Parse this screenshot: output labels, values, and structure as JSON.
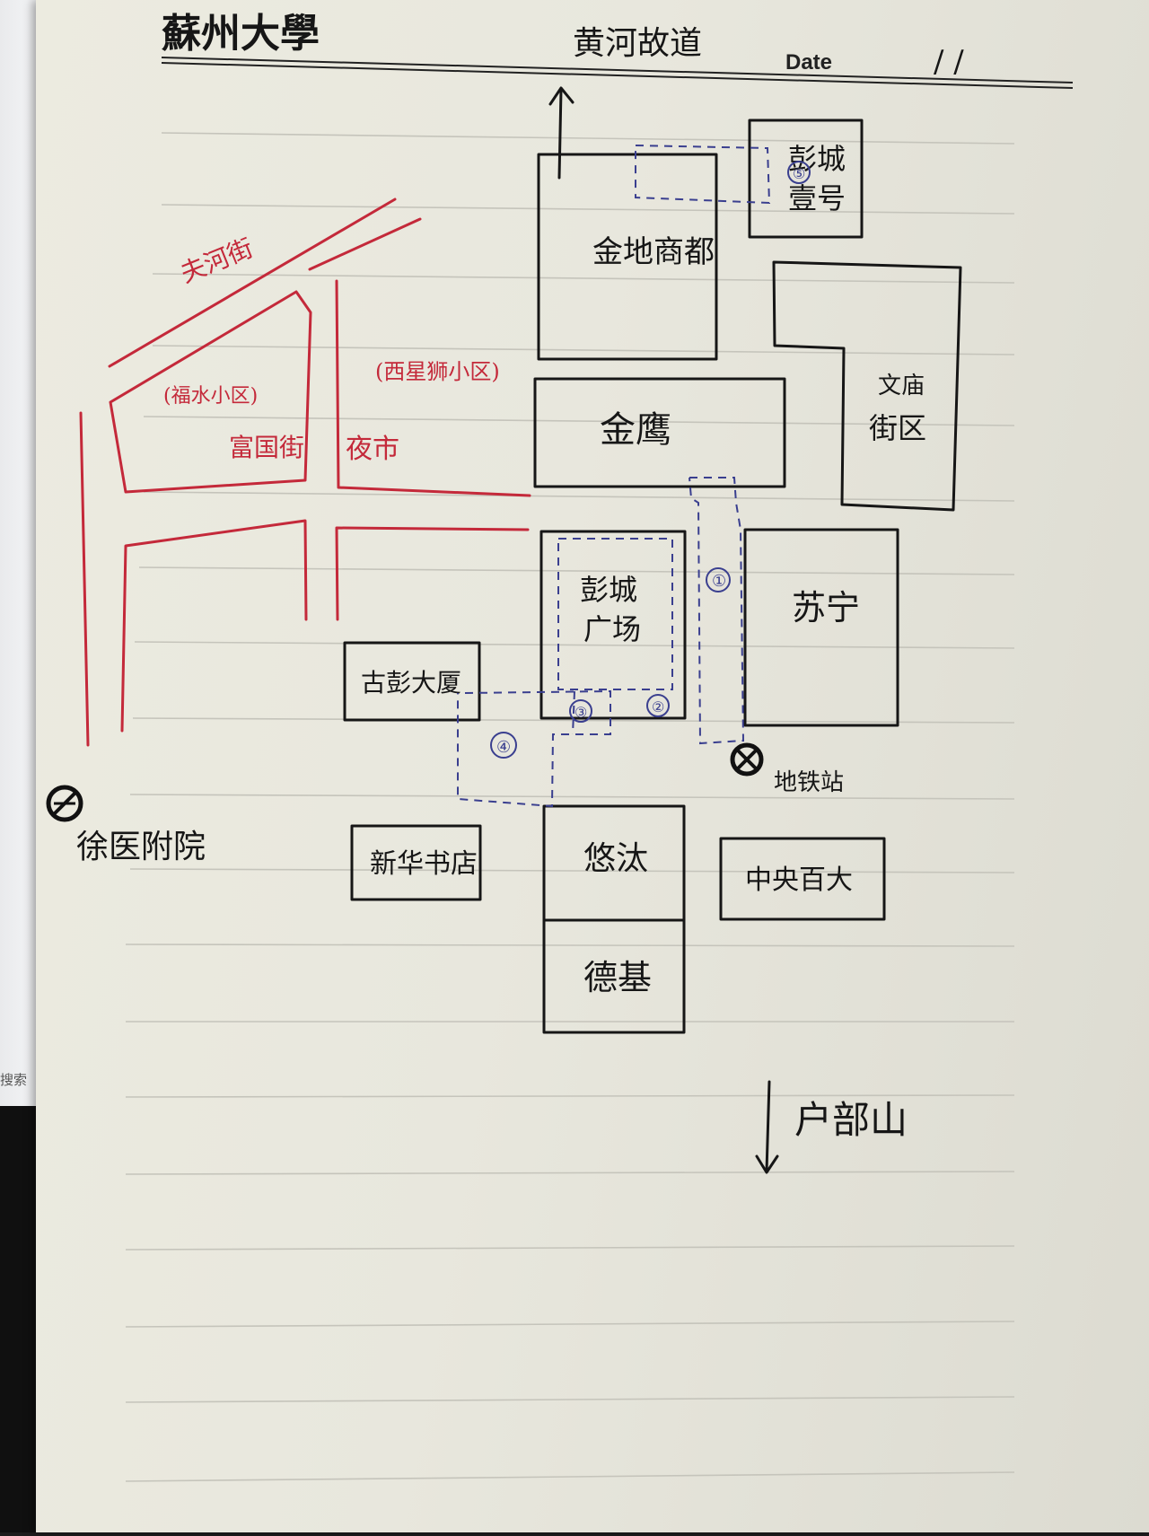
{
  "header": {
    "logo_text": "蘇州大學",
    "topic": "黄河故道",
    "date_label": "Date",
    "date_value": "/ /"
  },
  "screen": {
    "search_label": "搜索"
  },
  "map": {
    "north_arrow": "north",
    "south_arrow": "south",
    "streets": [
      {
        "id": "street-1",
        "label": "夫河街"
      },
      {
        "id": "street-2",
        "label": "富国街"
      },
      {
        "id": "street-3",
        "label": "夜市"
      }
    ],
    "areas": [
      {
        "id": "area-1",
        "label": "(福水小区)"
      },
      {
        "id": "area-2",
        "label": "(西星狮小区)"
      }
    ],
    "buildings": [
      {
        "id": "b-jindi",
        "label": "金地商都"
      },
      {
        "id": "b-pcyh",
        "label_line1": "彭城",
        "label_line2": "壹号"
      },
      {
        "id": "b-jinying",
        "label": "金鹰"
      },
      {
        "id": "b-wenmiao",
        "label_line1": "文庙",
        "label_line2": "街区"
      },
      {
        "id": "b-pcgc",
        "label_line1": "彭城",
        "label_line2": "广场"
      },
      {
        "id": "b-suning",
        "label": "苏宁"
      },
      {
        "id": "b-gupeng",
        "label": "古彭大厦"
      },
      {
        "id": "b-xinhua",
        "label": "新华书店"
      },
      {
        "id": "b-youjia",
        "label": "悠汰"
      },
      {
        "id": "b-deji",
        "label": "德基"
      },
      {
        "id": "b-zhongyang",
        "label": "中央百大"
      }
    ],
    "circled_numbers": [
      "①",
      "②",
      "③",
      "④",
      "⑤"
    ],
    "landmarks": [
      {
        "id": "metro",
        "label": "地铁站"
      },
      {
        "id": "hospital",
        "label": "徐医附院"
      },
      {
        "id": "yunlong",
        "label": "户部山"
      }
    ]
  },
  "colors": {
    "black_ink": "#161616",
    "red_ink": "#c4293a",
    "blue_ink": "#3a3f8f",
    "paper": "#e8e7dd"
  }
}
